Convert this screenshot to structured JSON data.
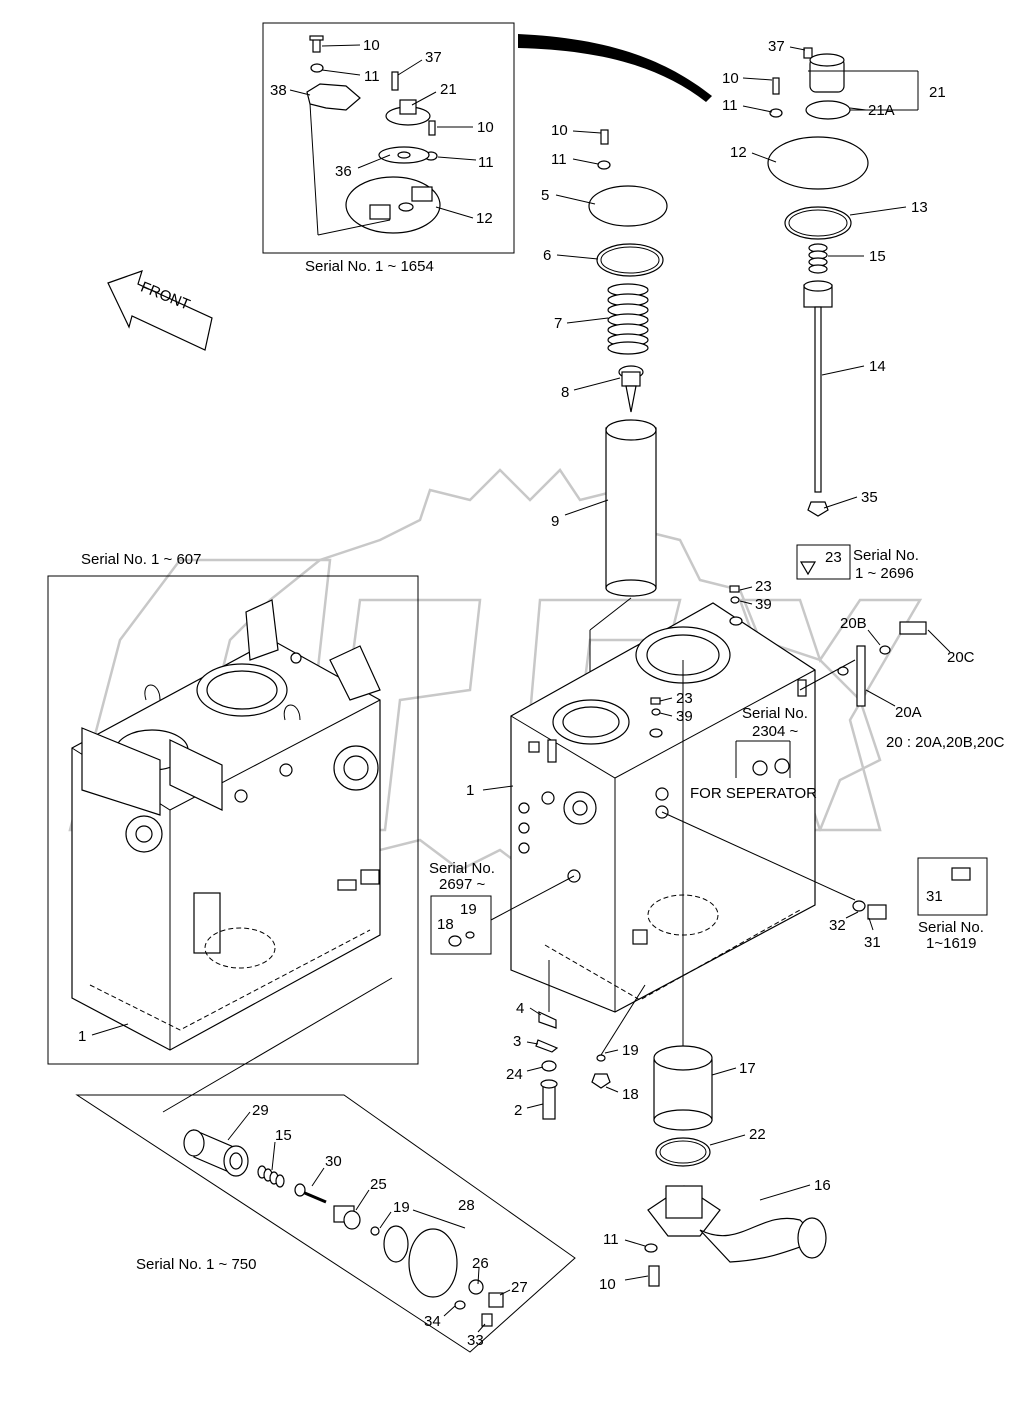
{
  "callouts": [
    {
      "id": "c-10a",
      "text": "10"
    },
    {
      "id": "c-11a",
      "text": "11"
    },
    {
      "id": "c-37a",
      "text": "37"
    },
    {
      "id": "c-38",
      "text": "38"
    },
    {
      "id": "c-21a",
      "text": "21"
    },
    {
      "id": "c-10b",
      "text": "10"
    },
    {
      "id": "c-36",
      "text": "36"
    },
    {
      "id": "c-11b",
      "text": "11"
    },
    {
      "id": "c-12a",
      "text": "12"
    },
    {
      "id": "c-37b",
      "text": "37"
    },
    {
      "id": "c-10c",
      "text": "10"
    },
    {
      "id": "c-11c",
      "text": "11"
    },
    {
      "id": "c-21b",
      "text": "21"
    },
    {
      "id": "c-21A",
      "text": "21A"
    },
    {
      "id": "c-12b",
      "text": "12"
    },
    {
      "id": "c-13",
      "text": "13"
    },
    {
      "id": "c-15a",
      "text": "15"
    },
    {
      "id": "c-14",
      "text": "14"
    },
    {
      "id": "c-10d",
      "text": "10"
    },
    {
      "id": "c-11d",
      "text": "11"
    },
    {
      "id": "c-5",
      "text": "5"
    },
    {
      "id": "c-6",
      "text": "6"
    },
    {
      "id": "c-7",
      "text": "7"
    },
    {
      "id": "c-8",
      "text": "8"
    },
    {
      "id": "c-9",
      "text": "9"
    },
    {
      "id": "c-35",
      "text": "35"
    },
    {
      "id": "c-23a",
      "text": "23"
    },
    {
      "id": "c-23b",
      "text": "23"
    },
    {
      "id": "c-39a",
      "text": "39"
    },
    {
      "id": "c-20B",
      "text": "20B"
    },
    {
      "id": "c-20C",
      "text": "20C"
    },
    {
      "id": "c-20A",
      "text": "20A"
    },
    {
      "id": "c-23c",
      "text": "23"
    },
    {
      "id": "c-39b",
      "text": "39"
    },
    {
      "id": "c-1a",
      "text": "1"
    },
    {
      "id": "c-1b",
      "text": "1"
    },
    {
      "id": "c-19a",
      "text": "19"
    },
    {
      "id": "c-18a",
      "text": "18"
    },
    {
      "id": "c-31a",
      "text": "31"
    },
    {
      "id": "c-32",
      "text": "32"
    },
    {
      "id": "c-31b",
      "text": "31"
    },
    {
      "id": "c-4",
      "text": "4"
    },
    {
      "id": "c-3",
      "text": "3"
    },
    {
      "id": "c-24",
      "text": "24"
    },
    {
      "id": "c-2",
      "text": "2"
    },
    {
      "id": "c-19b",
      "text": "19"
    },
    {
      "id": "c-18b",
      "text": "18"
    },
    {
      "id": "c-17",
      "text": "17"
    },
    {
      "id": "c-22",
      "text": "22"
    },
    {
      "id": "c-16",
      "text": "16"
    },
    {
      "id": "c-11e",
      "text": "11"
    },
    {
      "id": "c-10e",
      "text": "10"
    },
    {
      "id": "c-29",
      "text": "29"
    },
    {
      "id": "c-15b",
      "text": "15"
    },
    {
      "id": "c-30",
      "text": "30"
    },
    {
      "id": "c-25",
      "text": "25"
    },
    {
      "id": "c-19c",
      "text": "19"
    },
    {
      "id": "c-28",
      "text": "28"
    },
    {
      "id": "c-26",
      "text": "26"
    },
    {
      "id": "c-27",
      "text": "27"
    },
    {
      "id": "c-34",
      "text": "34"
    },
    {
      "id": "c-33",
      "text": "33"
    }
  ],
  "notes": {
    "serial_1654": "Serial No. 1 ~ 1654",
    "serial_607": "Serial No. 1 ~ 607",
    "serial_2696_a": "Serial No.",
    "serial_2696_b": "1 ~ 2696",
    "serial_2304_a": "Serial No.",
    "serial_2304_b": "2304 ~",
    "serial_2697_a": "Serial No.",
    "serial_2697_b": "2697 ~",
    "serial_1619_a": "Serial No.",
    "serial_1619_b": "1~1619",
    "serial_750": "Serial No. 1 ~ 750",
    "group_20": "20 : 20A,20B,20C",
    "for_separator": "FOR SEPERATOR",
    "front_arrow": "FRONT"
  },
  "watermark": "OPEX"
}
